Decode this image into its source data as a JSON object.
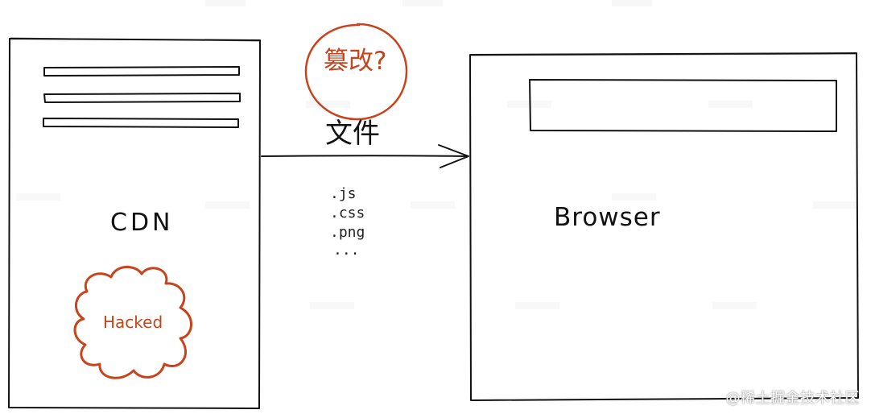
{
  "cdn": {
    "label": "CDN",
    "hacked_label": "Hacked"
  },
  "transfer": {
    "tamper_label": "篡改?",
    "file_label": "文件",
    "file_types": [
      ".js",
      ".css",
      ".png",
      "..."
    ]
  },
  "browser": {
    "label": "Browser"
  },
  "watermark": {
    "text": "@稀土掘金技术社区"
  },
  "colors": {
    "ink": "#111111",
    "accent_red": "#c8431b",
    "background": "#ffffff"
  }
}
